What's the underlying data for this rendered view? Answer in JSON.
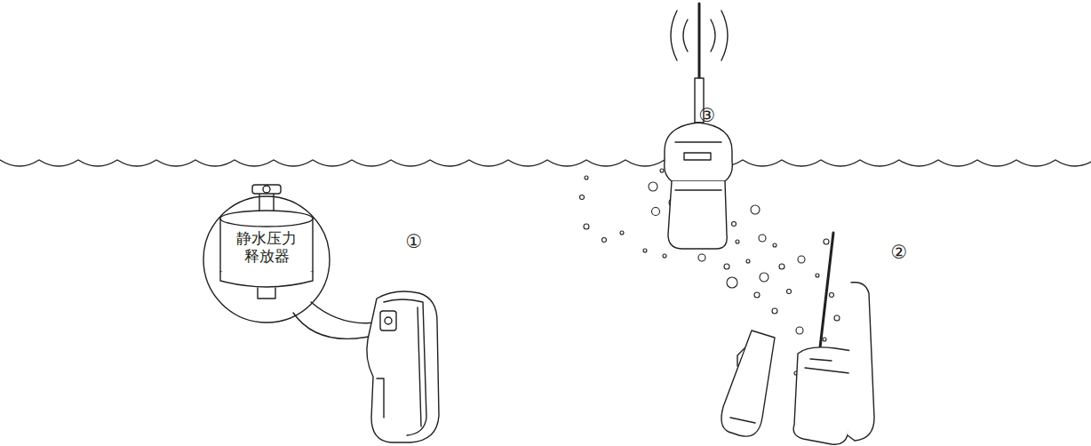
{
  "diagram": {
    "nodes": [
      {
        "text": [
          "静水压力 释放器"
        ]
      }
    ],
    "labels": [
      "①",
      "②",
      "③"
    ]
  }
}
